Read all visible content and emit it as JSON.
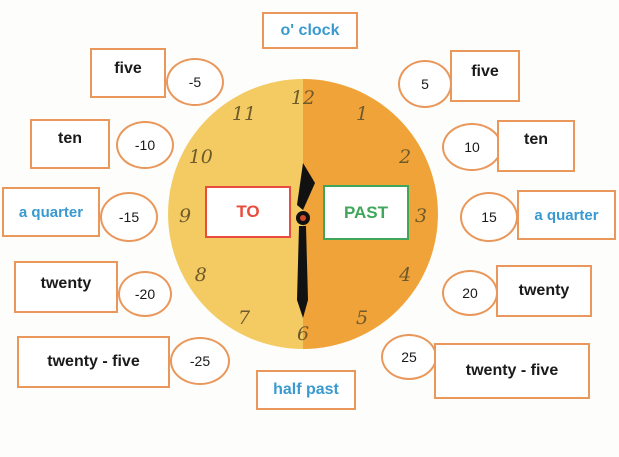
{
  "colors": {
    "box_border": "#e9975a",
    "blue_text": "#3a9ad0",
    "to": "#e94b3c",
    "past": "#3fa65a",
    "face_left": "#f4cb63",
    "face_right": "#f0a338"
  },
  "clock": {
    "numerals": [
      "12",
      "1",
      "2",
      "3",
      "4",
      "5",
      "6",
      "7",
      "8",
      "9",
      "10",
      "11"
    ],
    "hands": {
      "hour_hand": "12",
      "minute_hand": "6"
    }
  },
  "center": {
    "to": "TO",
    "past": "PAST"
  },
  "top": "o' clock",
  "bottom": "half past",
  "left": [
    {
      "label": "five",
      "value": "-5"
    },
    {
      "label": "ten",
      "value": "-10"
    },
    {
      "label": "a quarter",
      "value": "-15"
    },
    {
      "label": "twenty",
      "value": "-20"
    },
    {
      "label": "twenty - five",
      "value": "-25"
    }
  ],
  "right": [
    {
      "label": "five",
      "value": "5"
    },
    {
      "label": "ten",
      "value": "10"
    },
    {
      "label": "a quarter",
      "value": "15"
    },
    {
      "label": "twenty",
      "value": "20"
    },
    {
      "label": "twenty - five",
      "value": "25"
    }
  ]
}
